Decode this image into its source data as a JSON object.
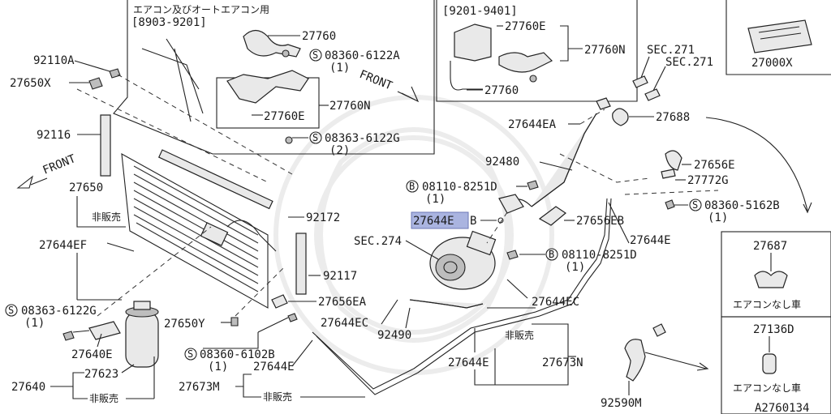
{
  "diagram": {
    "inset_left": {
      "title": "エアコン及びオートエアコン用",
      "period": "[8903-9201]",
      "labels": [
        "27760",
        "08360-6122A",
        "(1)",
        "27760N",
        "27760E",
        "08363-6122G",
        "(2)"
      ]
    },
    "inset_mid": {
      "period": "[9201-9401]",
      "labels": [
        "27760E",
        "27760N",
        "27760"
      ]
    },
    "front_label": "FRONT",
    "part_27000x": "27000X",
    "sec_labels": [
      "SEC.271",
      "SEC.271",
      "SEC.274"
    ],
    "parts": {
      "p92110a": "92110A",
      "p27650x": "27650X",
      "p92116": "92116",
      "p27650": "27650",
      "p27644ef": "27644EF",
      "p92172": "92172",
      "p92117": "92117",
      "p08363_6122g": "08363-6122G",
      "p27650y": "27650Y",
      "p27640e": "27640E",
      "p27623": "27623",
      "p27640": "27640",
      "p27656ea": "27656EA",
      "p27644ec_a": "27644EC",
      "p92490": "92490",
      "p08360_6102b": "08360-6102B",
      "p27644e_a": "27644E",
      "p27673m": "27673M",
      "p27644ea": "27644EA",
      "p27688": "27688",
      "p92480": "92480",
      "p27656e": "27656E",
      "p27772g": "27772G",
      "p08110_8251d_a": "08110-8251D",
      "p08360_5162b": "08360-5162B",
      "p27644eb_prefix": "27644E",
      "p27644eb_suffix": "B",
      "p27656eb": "27656EB",
      "p27644e_b": "27644E",
      "p08110_8251d_b": "08110-8251D",
      "p27644ec_b": "27644EC",
      "p27644e_c": "27644E",
      "p27673n": "27673N",
      "p92590m": "92590M",
      "p27687": "27687",
      "p27136d": "27136D"
    },
    "qty": {
      "one": "(1)",
      "two": "(2)"
    },
    "circle_s": "S",
    "circle_b": "B",
    "not_for_sale": "非販売",
    "no_ac_car": "エアコンなし車",
    "figure_code": "A2760134"
  },
  "colors": {
    "highlight": "#aab4e0",
    "line": "#222222"
  }
}
